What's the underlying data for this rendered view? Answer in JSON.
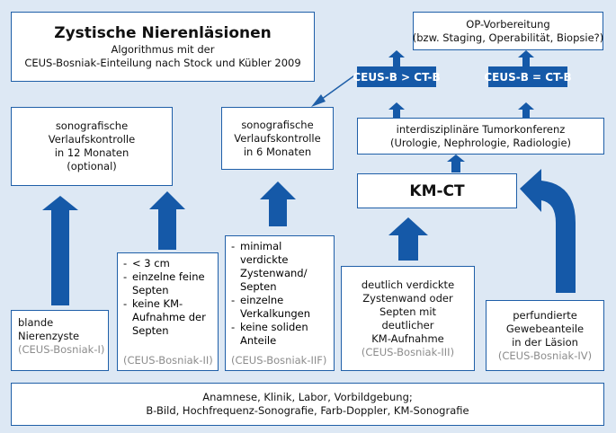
{
  "title": {
    "heading": "Zystische Nierenläsionen",
    "line1": "Algorithmus mit der",
    "line2": "CEUS-Bosniak-Einteilung nach Stock und Kübler 2009"
  },
  "op": {
    "line1": "OP-Vorbereitung",
    "line2": "(bzw. Staging, Operabilität, Biopsie?)"
  },
  "ceus_gt": "CEUS-B > CT-B",
  "ceus_eq": "CEUS-B = CT-B",
  "konferenz": {
    "line1": "interdisziplinäre Tumorkonferenz",
    "line2": "(Urologie, Nephrologie, Radiologie)"
  },
  "kmct": "KM-CT",
  "kontrolle12": [
    "sonografische",
    "Verlaufskontrolle",
    "in 12 Monaten",
    "(optional)"
  ],
  "kontrolle6": [
    "sonografische",
    "Verlaufskontrolle",
    "in 6 Monaten"
  ],
  "cat1": {
    "lines": [
      "blande",
      "Nierenzyste"
    ],
    "label": "(CEUS-Bosniak-I)"
  },
  "cat2": {
    "items": [
      [
        "< 3 cm"
      ],
      [
        "einzelne feine",
        "Septen"
      ],
      [
        "keine KM-",
        "Aufnahme der",
        "Septen"
      ]
    ],
    "label": "(CEUS-Bosniak-II)"
  },
  "cat2f": {
    "items": [
      [
        "minimal verdickte",
        "Zystenwand/",
        "Septen"
      ],
      [
        "einzelne",
        "Verkalkungen"
      ],
      [
        "keine soliden",
        "Anteile"
      ]
    ],
    "label": "(CEUS-Bosniak-IIF)"
  },
  "cat3": {
    "lines": [
      "deutlich verdickte",
      "Zystenwand oder",
      "Septen mit",
      "deutlicher",
      "KM-Aufnahme"
    ],
    "label": "(CEUS-Bosniak-III)"
  },
  "cat4": {
    "lines": [
      "perfundierte",
      "Gewebeanteile",
      "in der Läsion"
    ],
    "label": "(CEUS-Bosniak-IV)"
  },
  "bottom": {
    "line1": "Anamnese, Klinik, Labor, Vorbildgebung;",
    "line2": "B-Bild, Hochfrequenz-Sonografie, Farb-Doppler, KM-Sonografie"
  },
  "colors": {
    "background": "#dde8f4",
    "border": "#1f5fa8",
    "arrow": "#1559a8",
    "category_label": "#8c8c8c"
  }
}
